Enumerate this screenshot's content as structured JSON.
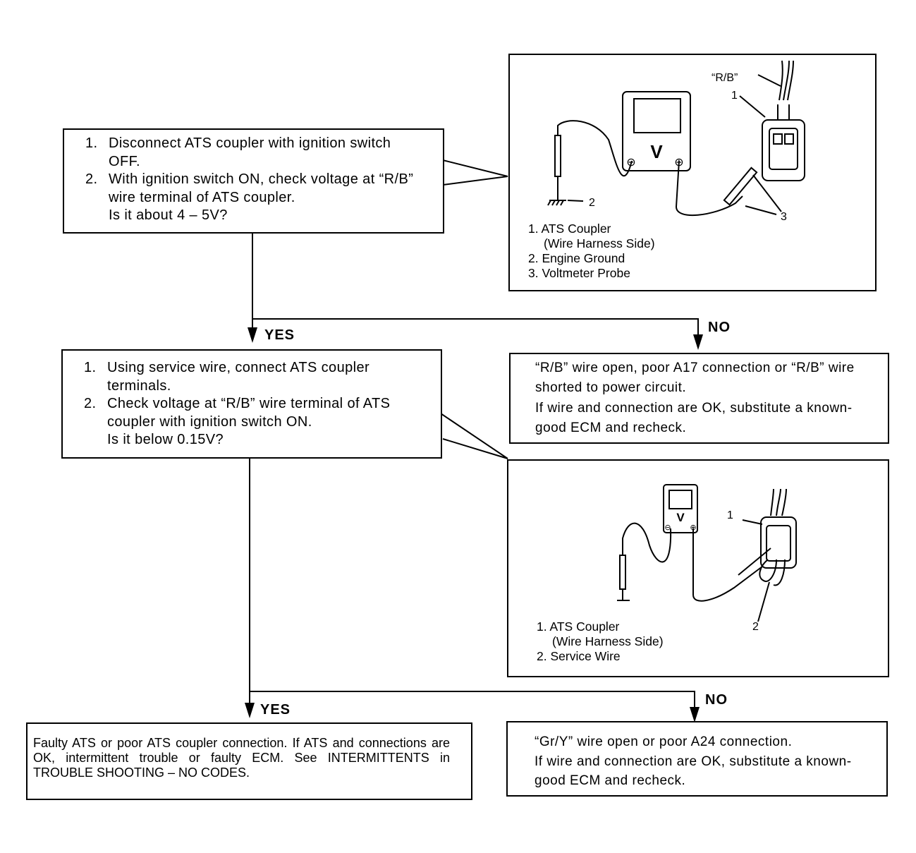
{
  "step1": {
    "items": [
      {
        "num": "1.",
        "text": "Disconnect ATS coupler with ignition switch OFF."
      },
      {
        "num": "2.",
        "text": "With ignition switch ON, check voltage at “R/B” wire terminal of ATS coupler."
      }
    ],
    "question": "Is it about 4 – 5V?"
  },
  "step2": {
    "items": [
      {
        "num": "1.",
        "text": "Using service wire, connect ATS coupler terminals."
      },
      {
        "num": "2.",
        "text": "Check voltage at “R/B” wire terminal of ATS coupler with ignition switch ON."
      }
    ],
    "question": "Is it below 0.15V?"
  },
  "branch_labels": {
    "yes": "YES",
    "no": "NO"
  },
  "result_no1": {
    "line1": "“R/B” wire open, poor A17 connection or “R/B” wire shorted to power circuit.",
    "line2": "If wire and connection are OK, substitute a known-good ECM and recheck."
  },
  "result_yes2": {
    "text": "Faulty ATS or poor ATS coupler connection. If ATS and connections are OK, intermittent trouble or faulty ECM. See INTERMITTENTS in TROUBLE SHOOTING – NO CODES."
  },
  "result_no2": {
    "line1": "“Gr/Y” wire open or poor A24 connection.",
    "line2": "If wire and connection are OK, substitute a known-good ECM and recheck."
  },
  "figure1": {
    "wire_label": "“R/B”",
    "meter_symbol": "V",
    "minus": "⊖",
    "plus": "⊕",
    "callouts": [
      "1",
      "2",
      "3"
    ],
    "legend": [
      "1. ATS Coupler",
      "(Wire Harness Side)",
      "2. Engine Ground",
      "3. Voltmeter Probe"
    ]
  },
  "figure2": {
    "meter_symbol": "V",
    "minus": "⊖",
    "plus": "⊕",
    "callouts": [
      "1",
      "2"
    ],
    "legend": [
      "1. ATS Coupler",
      "(Wire Harness Side)",
      "2. Service Wire"
    ]
  }
}
